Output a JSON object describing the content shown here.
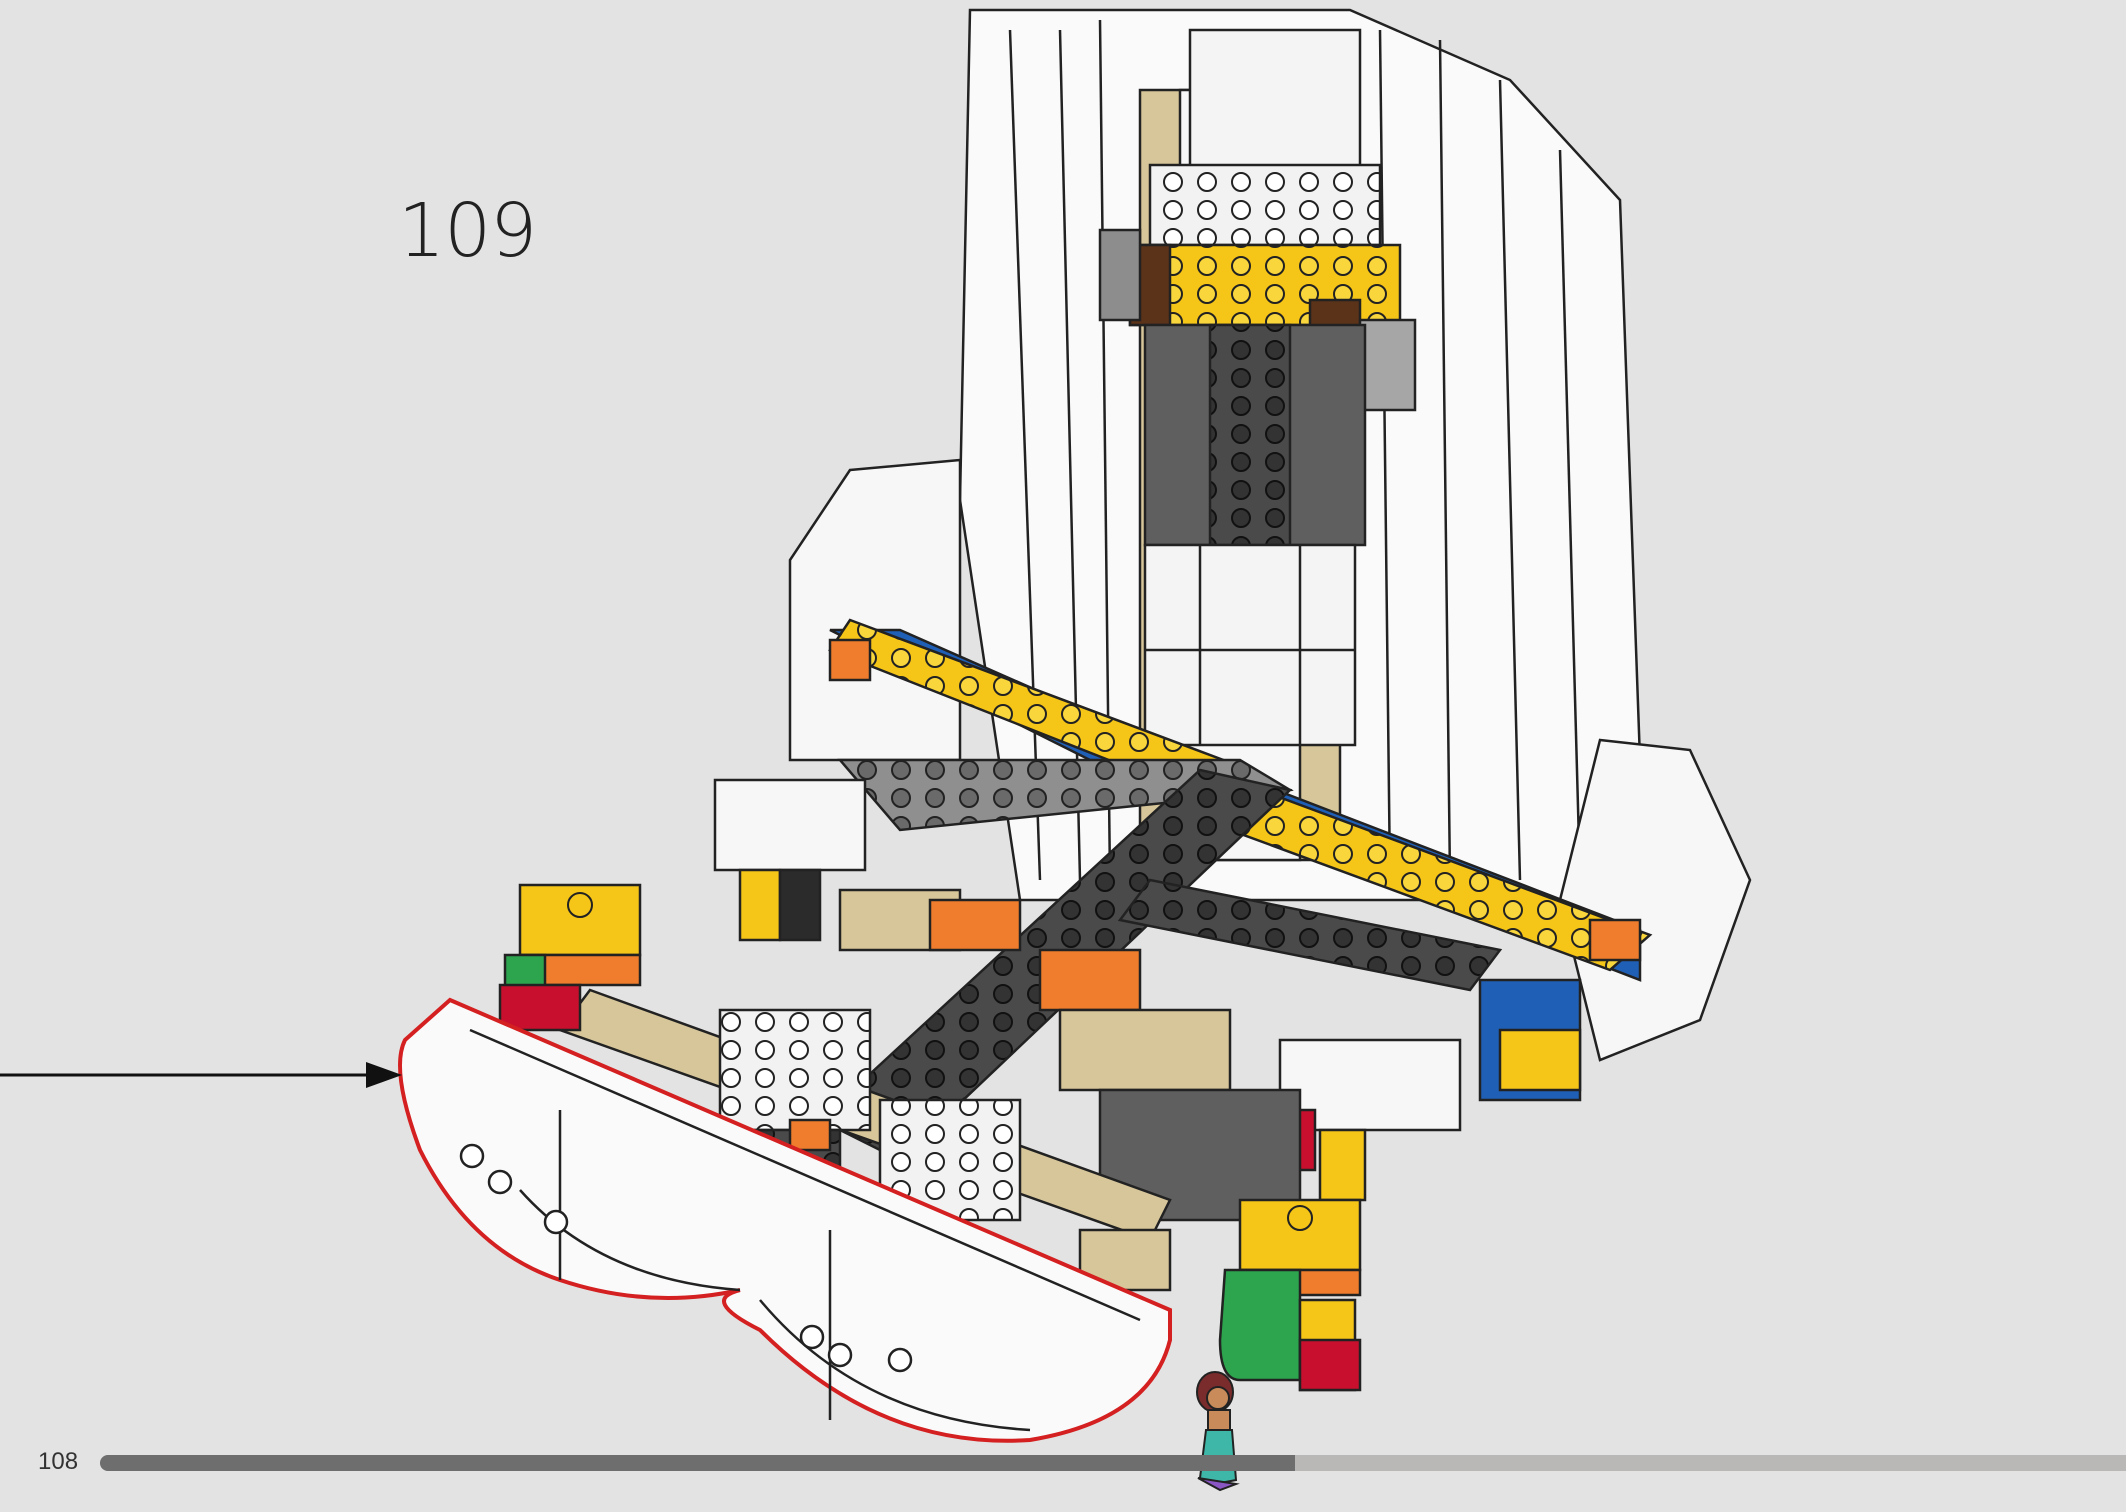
{
  "instruction": {
    "step_number": "109",
    "page_number": "108",
    "progress_fraction": 0.59
  },
  "colors": {
    "background": "#e3e3e3",
    "callout_outline": "#d42020",
    "yellow": "#f5c518",
    "orange": "#ef7d2d",
    "blue": "#1f5fb5",
    "red": "#c8102e",
    "green": "#2da44e",
    "tan": "#d6c69a",
    "dark_gray": "#5a5a5a",
    "light_gray": "#a0a0a0",
    "white": "#ffffff",
    "brown": "#5b3318"
  },
  "icons": {
    "pointer_arrow": "arrow-right-icon",
    "minifigure": "minifigure-icon"
  }
}
